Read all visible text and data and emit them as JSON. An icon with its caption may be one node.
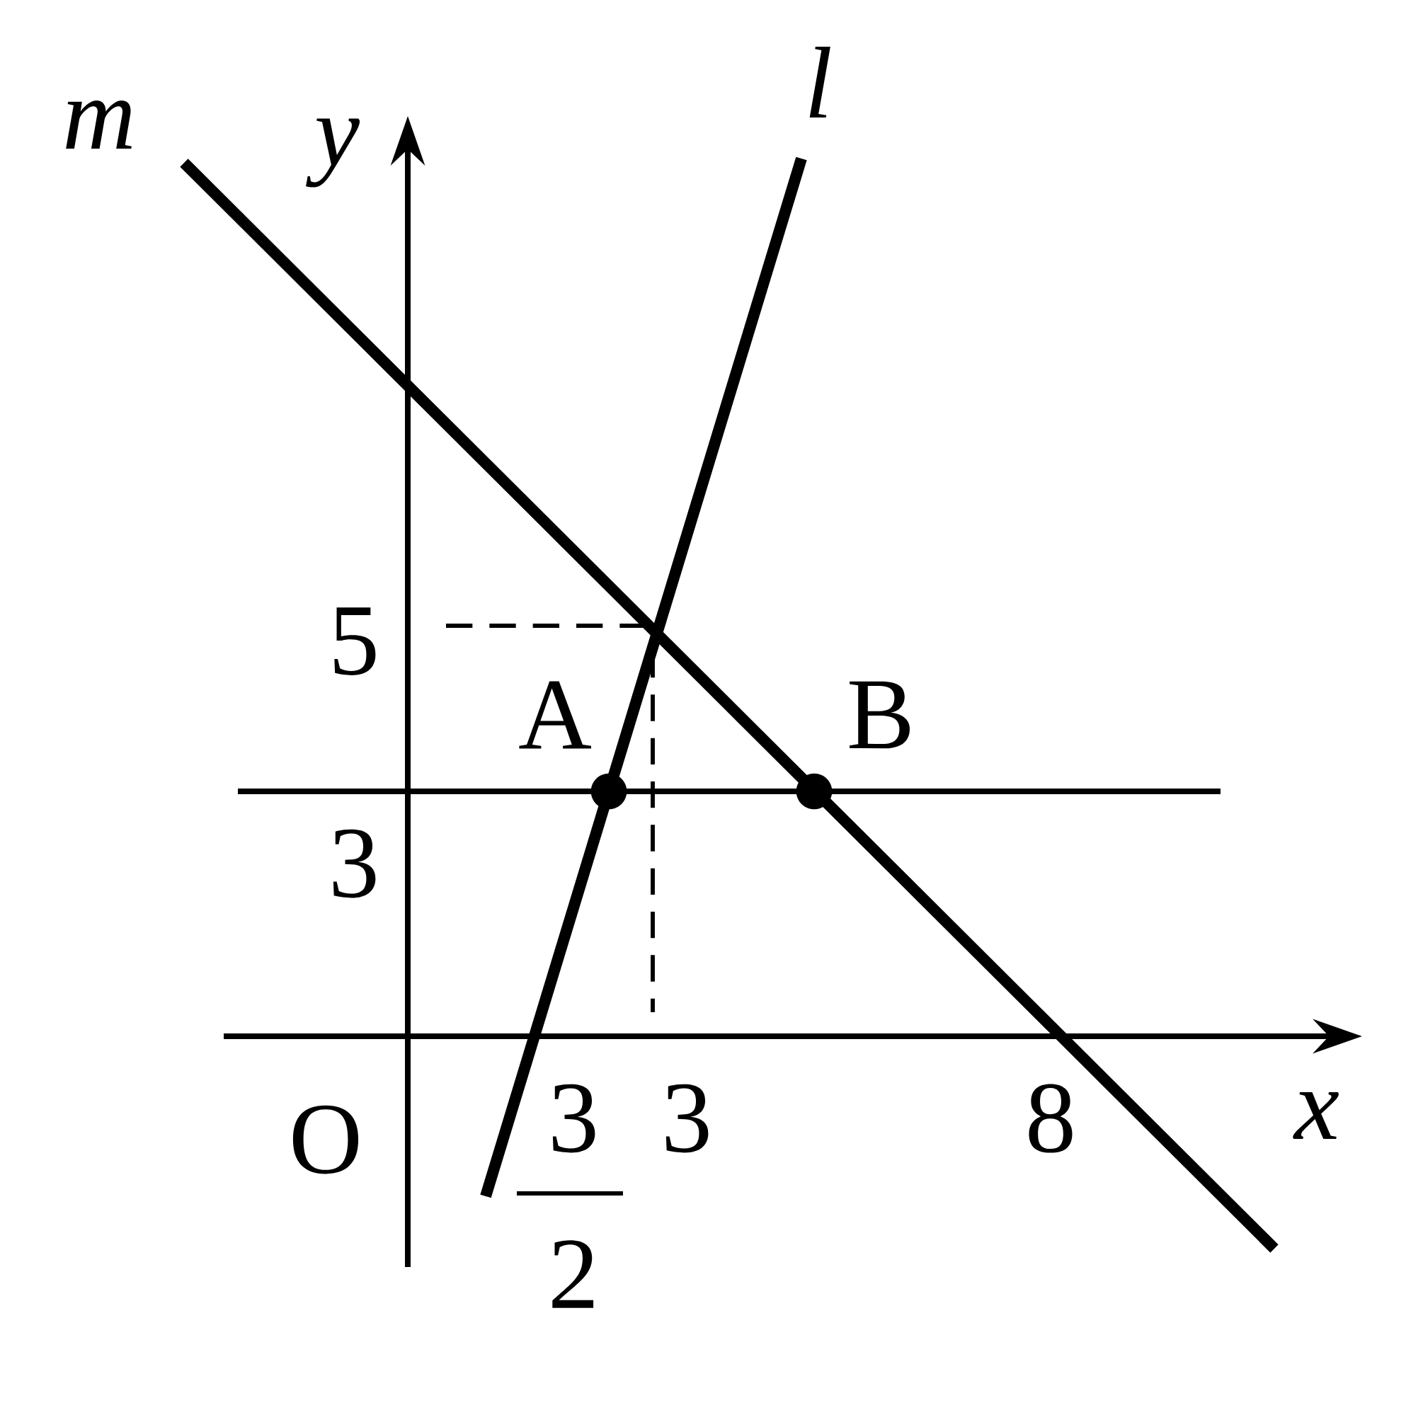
{
  "diagram": {
    "nodes": [
      {
        "text": [],
        "shape": "circle",
        "beside": [
          "A"
        ]
      },
      {
        "text": [],
        "shape": "circle",
        "beside": [
          "B"
        ]
      }
    ],
    "labels": [
      "m",
      "y",
      "l",
      "5",
      "3",
      "O",
      "3",
      "2",
      "3",
      "8",
      "x"
    ]
  }
}
